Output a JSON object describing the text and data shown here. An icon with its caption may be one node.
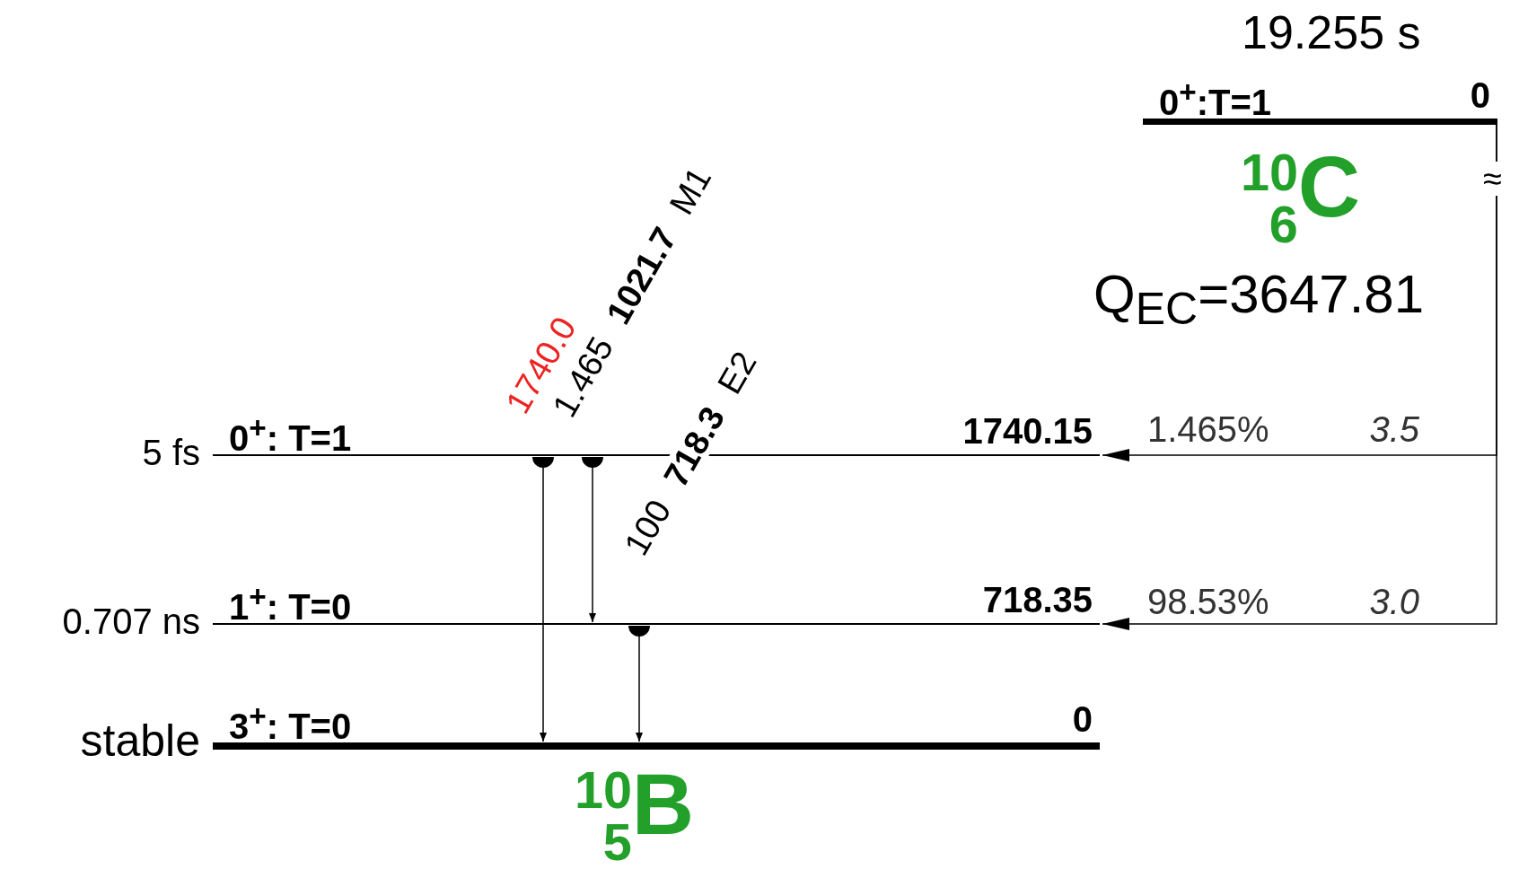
{
  "diagram": {
    "nodes": [
      {
        "text": [
          "0$^{+}$:T=1",
          "0"
        ],
        "beside": [
          "19.255 s"
        ]
      },
      {
        "text": [
          "0$^{+}$: T=1",
          "1740.15"
        ],
        "beside": [
          "5 fs"
        ]
      },
      {
        "text": [
          "1$^{+}$: T=0",
          "718.35"
        ],
        "beside": [
          "0.707 ns"
        ]
      },
      {
        "text": [
          "3$^{+}$: T=0",
          "0"
        ],
        "beside": [
          "stable"
        ]
      }
    ],
    "edges": [
      {
        "from": 1,
        "to": 3,
        "arrow": "to",
        "label": "1740.0"
      },
      {
        "from": 1,
        "to": 2,
        "arrow": "to",
        "label": "1.465 **1021.7** M1"
      },
      {
        "from": 2,
        "to": 3,
        "arrow": "to",
        "label": "100 **718.3** E2"
      },
      {
        "from": 0,
        "to": 1,
        "arrow": "to",
        "label": "1.465%"
      },
      {
        "from": 0,
        "to": 2,
        "arrow": "to",
        "label": "98.53%"
      }
    ],
    "labels": [
      "$^{10}$$_{6}$C",
      "Q$_{EC}$=3647.81",
      "≈",
      "3.5",
      "3.0",
      "$^{10}$$_{5}$B"
    ]
  }
}
